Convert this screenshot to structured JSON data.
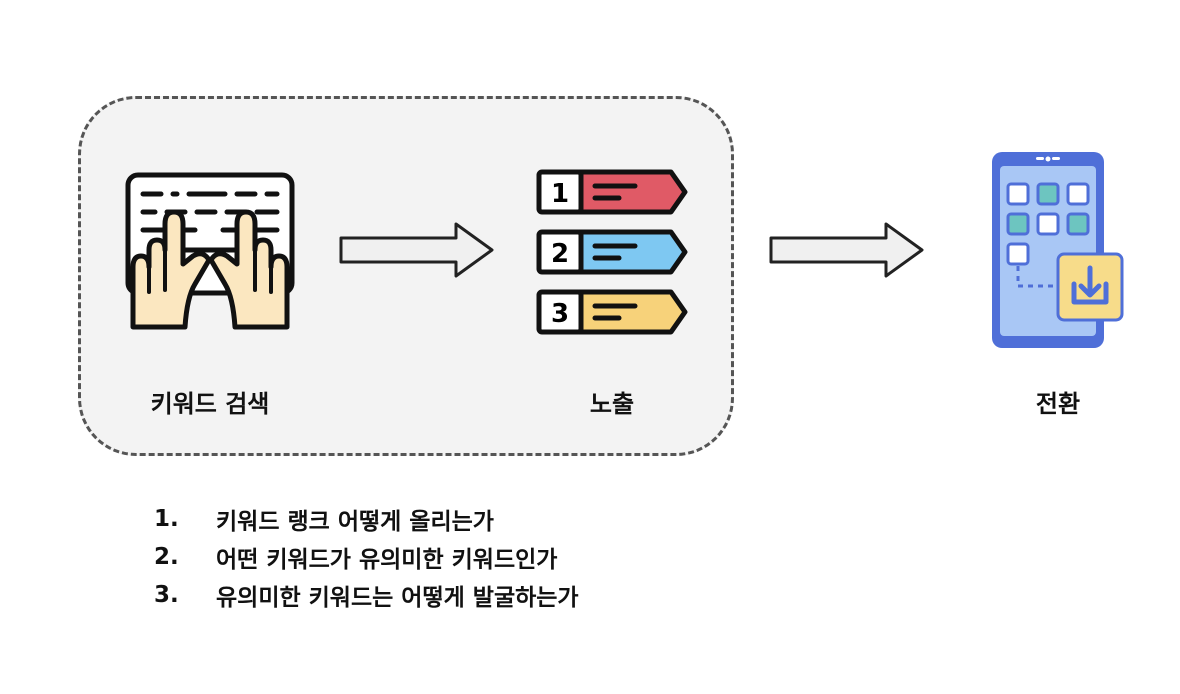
{
  "stages": [
    {
      "label": "키워드 검색",
      "icon": "typing-hands-keyboard-icon"
    },
    {
      "label": "노출",
      "icon": "ranking-list-icon"
    },
    {
      "label": "전환",
      "icon": "phone-app-download-icon"
    }
  ],
  "ranks": [
    "1",
    "2",
    "3"
  ],
  "questions": [
    {
      "num": "1.",
      "text": "키워드 랭크 어떻게 올리는가"
    },
    {
      "num": "2.",
      "text": "어떤 키워드가 유의미한 키워드인가"
    },
    {
      "num": "3.",
      "text": "유의미한 키워드는 어떻게 발굴하는가"
    }
  ],
  "colors": {
    "rank1": "#e05a66",
    "rank2": "#7ec8f2",
    "rank3": "#f7d27a",
    "phone": "#4f6fd8",
    "screen": "#a9c7f5",
    "tile_teal": "#6dc5c0",
    "download_bg": "#f7dc8a",
    "hand": "#fbe7c0"
  }
}
